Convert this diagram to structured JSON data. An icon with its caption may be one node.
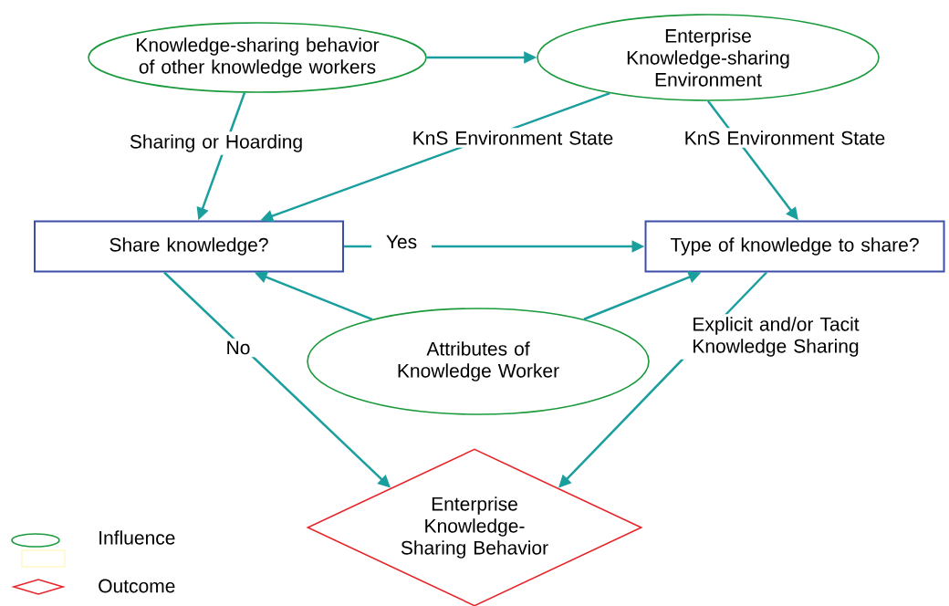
{
  "diagram": {
    "nodes": [
      {
        "text": [
          "Knowledge-sharing behavior of other knowledge workers"
        ]
      },
      {
        "text": [
          "Enterprise Knowledge-sharing Environment"
        ]
      },
      {
        "text": [
          "Share knowledge?"
        ]
      },
      {
        "text": [
          "Type of knowledge to share?"
        ]
      },
      {
        "text": [
          "Attributes of Knowledge Worker"
        ]
      },
      {
        "text": [
          "Enterprise Knowledge-Sharing Behavior"
        ]
      }
    ],
    "edges": [
      {
        "from": 0,
        "to": 1,
        "arrow": "to"
      },
      {
        "from": 0,
        "to": 2,
        "arrow": "to",
        "label": "Sharing or Hoarding"
      },
      {
        "from": 1,
        "to": 2,
        "arrow": "to",
        "label": "KnS Environment State"
      },
      {
        "from": 1,
        "to": 3,
        "arrow": "to",
        "label": "KnS Environment State"
      },
      {
        "from": 2,
        "to": 3,
        "arrow": "to",
        "label": "Yes"
      },
      {
        "from": 4,
        "to": 2,
        "arrow": "to"
      },
      {
        "from": 4,
        "to": 3,
        "arrow": "to"
      },
      {
        "from": 2,
        "to": 5,
        "arrow": "to",
        "label": "No"
      },
      {
        "from": 3,
        "to": 5,
        "arrow": "to",
        "label": "Explicit and/or Tacit Knowledge Sharing"
      }
    ],
    "legend": [
      {
        "text": "Influence"
      },
      {
        "text": "Outcome"
      }
    ]
  }
}
